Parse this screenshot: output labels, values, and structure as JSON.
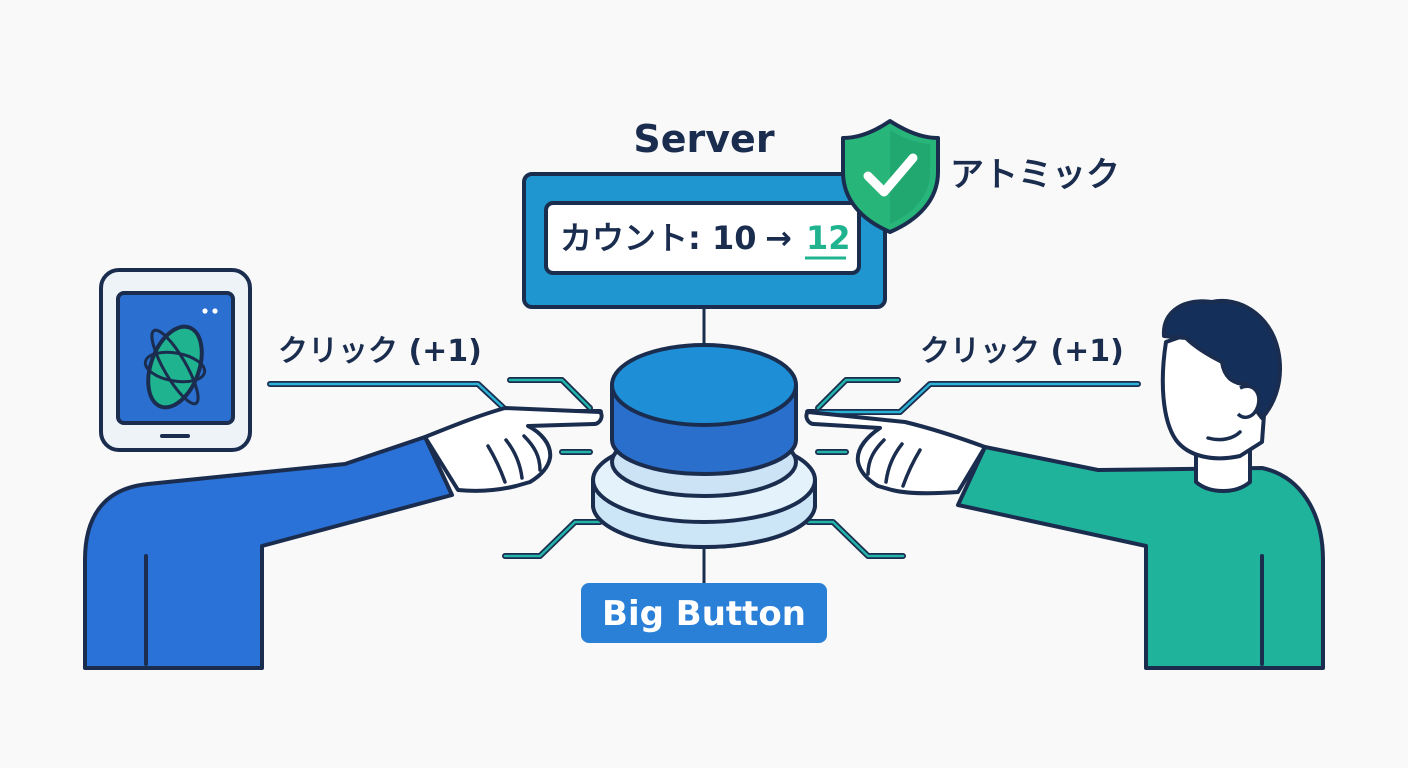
{
  "server": {
    "title": "Server",
    "counter_label": "カウント: 10",
    "counter_arrow": "→",
    "counter_new": "12"
  },
  "atomic_label": "アトミック",
  "left_click_label": "クリック (+1)",
  "right_click_label": "クリック (+1)",
  "big_button_label": "Big Button",
  "colors": {
    "navy": "#1b2d4f",
    "server_fill": "#1f96cf",
    "button_top": "#1e8fd6",
    "button_side": "#2a6fcb",
    "left_person": "#2b72d8",
    "right_person": "#1fb39c",
    "accent_green": "#1fb48f",
    "shield": "#27b57a",
    "line_teal": "#21a7b8",
    "label_bg": "#2a7fd6"
  },
  "icons": {
    "shield": "shield-check-icon",
    "tablet": "tablet-icon",
    "logo": "orbit-logo-icon"
  }
}
